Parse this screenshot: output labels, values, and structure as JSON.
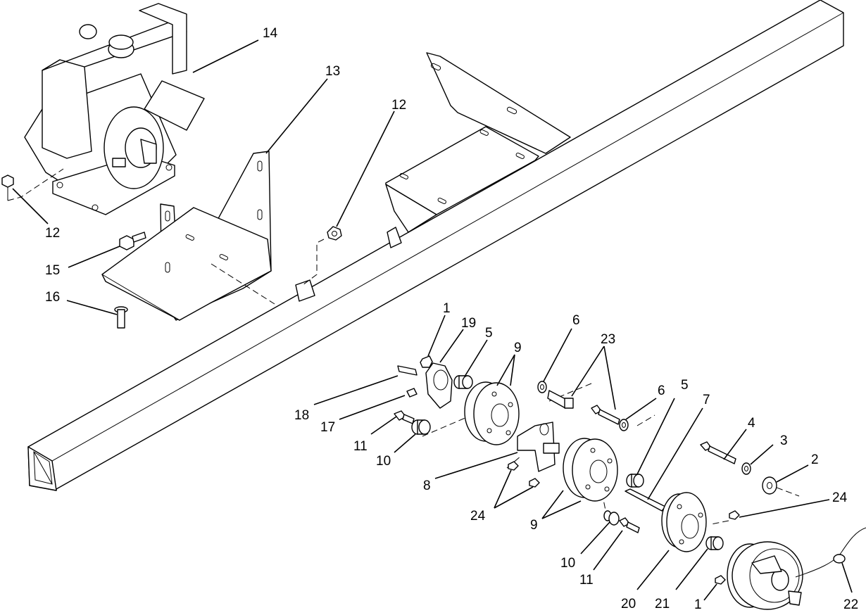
{
  "figure": {
    "callouts": [
      {
        "id": "c14a",
        "label": "14"
      },
      {
        "id": "c13",
        "label": "13"
      },
      {
        "id": "c12a",
        "label": "12"
      },
      {
        "id": "c12b",
        "label": "12"
      },
      {
        "id": "c15",
        "label": "15"
      },
      {
        "id": "c16",
        "label": "16"
      },
      {
        "id": "c1a",
        "label": "1"
      },
      {
        "id": "c19",
        "label": "19"
      },
      {
        "id": "c5a",
        "label": "5"
      },
      {
        "id": "c9a",
        "label": "9"
      },
      {
        "id": "c6a",
        "label": "6"
      },
      {
        "id": "c23",
        "label": "23"
      },
      {
        "id": "c6b",
        "label": "6"
      },
      {
        "id": "c5b",
        "label": "5"
      },
      {
        "id": "c7",
        "label": "7"
      },
      {
        "id": "c4",
        "label": "4"
      },
      {
        "id": "c3",
        "label": "3"
      },
      {
        "id": "c2",
        "label": "2"
      },
      {
        "id": "c18",
        "label": "18"
      },
      {
        "id": "c17",
        "label": "17"
      },
      {
        "id": "c11a",
        "label": "11"
      },
      {
        "id": "c10a",
        "label": "10"
      },
      {
        "id": "c8",
        "label": "8"
      },
      {
        "id": "c24a",
        "label": "24"
      },
      {
        "id": "c24b",
        "label": "24"
      },
      {
        "id": "c9b",
        "label": "9"
      },
      {
        "id": "c10b",
        "label": "10"
      },
      {
        "id": "c11b",
        "label": "11"
      },
      {
        "id": "c20",
        "label": "20"
      },
      {
        "id": "c21",
        "label": "21"
      },
      {
        "id": "c1b",
        "label": "1"
      },
      {
        "id": "c22",
        "label": "22"
      }
    ]
  }
}
